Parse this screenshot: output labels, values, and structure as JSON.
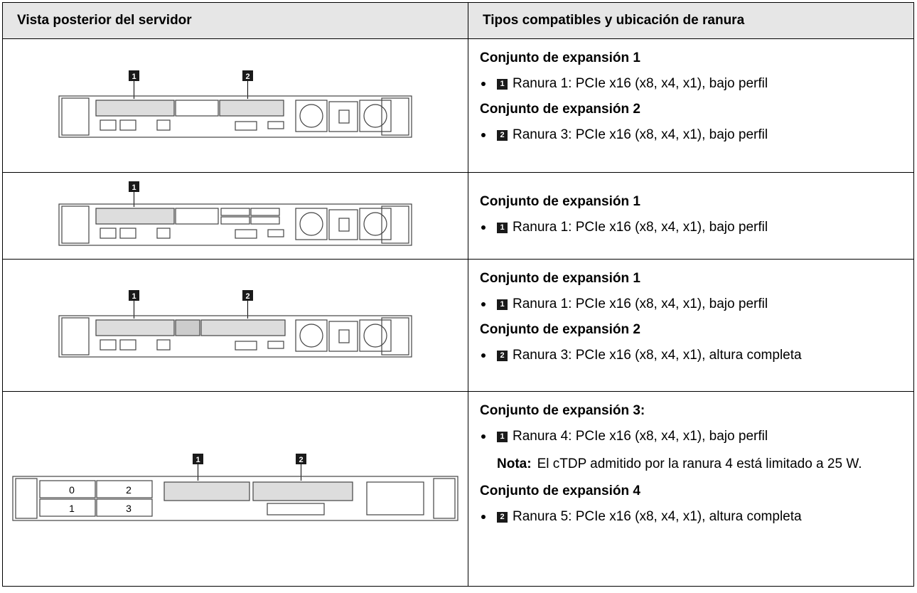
{
  "header": {
    "col1": "Vista posterior del servidor",
    "col2": "Tipos compatibles y ubicación de ranura"
  },
  "rows": [
    {
      "callouts": [
        "1",
        "2"
      ],
      "groups": [
        {
          "title": "Conjunto de expansión 1",
          "items": [
            {
              "badge": "1",
              "text": "Ranura 1: PCIe x16 (x8, x4, x1), bajo perfil"
            }
          ]
        },
        {
          "title": "Conjunto de expansión 2",
          "items": [
            {
              "badge": "2",
              "text": "Ranura 3: PCIe x16 (x8, x4, x1), bajo perfil"
            }
          ]
        }
      ]
    },
    {
      "callouts": [
        "1"
      ],
      "groups": [
        {
          "title": "Conjunto de expansión 1",
          "items": [
            {
              "badge": "1",
              "text": "Ranura 1: PCIe x16 (x8, x4, x1), bajo perfil"
            }
          ]
        }
      ]
    },
    {
      "callouts": [
        "1",
        "2"
      ],
      "groups": [
        {
          "title": "Conjunto de expansión 1",
          "items": [
            {
              "badge": "1",
              "text": "Ranura 1: PCIe x16 (x8, x4, x1), bajo perfil"
            }
          ]
        },
        {
          "title": "Conjunto de expansión 2",
          "items": [
            {
              "badge": "2",
              "text": "Ranura 3: PCIe x16 (x8, x4, x1), altura completa"
            }
          ]
        }
      ]
    },
    {
      "callouts": [
        "1",
        "2"
      ],
      "drive_labels": [
        "0",
        "2",
        "1",
        "3"
      ],
      "groups": [
        {
          "title": "Conjunto de expansión 3:",
          "items": [
            {
              "badge": "1",
              "text": "Ranura 4: PCIe x16 (x8, x4, x1), bajo perfil"
            }
          ],
          "note": {
            "label": "Nota:",
            "text": "El cTDP admitido por la ranura 4 está limitado a 25 W."
          }
        },
        {
          "title": "Conjunto de expansión 4",
          "items": [
            {
              "badge": "2",
              "text": "Ranura 5: PCIe x16 (x8, x4, x1), altura completa"
            }
          ]
        }
      ]
    }
  ]
}
